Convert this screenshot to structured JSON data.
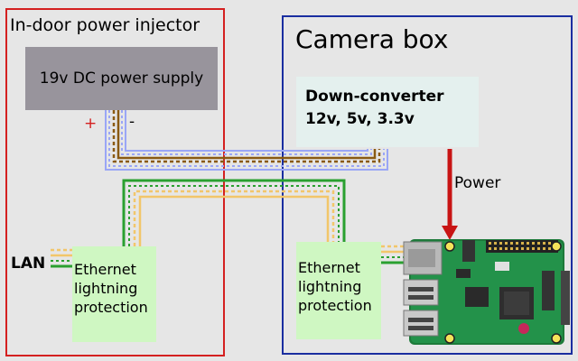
{
  "regions": {
    "indoor_title": "In-door power injector",
    "camera_title": "Camera box"
  },
  "blocks": {
    "power_supply": "19v DC power supply",
    "converter_line1": "Down-converter",
    "converter_line2": "12v, 5v, 3.3v",
    "ethernet_protection": [
      "Ethernet",
      "lightning",
      "protection"
    ]
  },
  "labels": {
    "plus": "+",
    "minus": "-",
    "power": "Power",
    "lan": "LAN"
  },
  "colors": {
    "indoor_border": "#d42020",
    "camera_border": "#1a2ea0",
    "power_arrow": "#c81414",
    "brown_wire": "#8a5a12",
    "blue_wire": "#9aa6f6",
    "green_wire": "#2aa030",
    "orange_wire": "#f2c66a"
  },
  "icons": [
    "raspberry-pi-board-icon"
  ]
}
